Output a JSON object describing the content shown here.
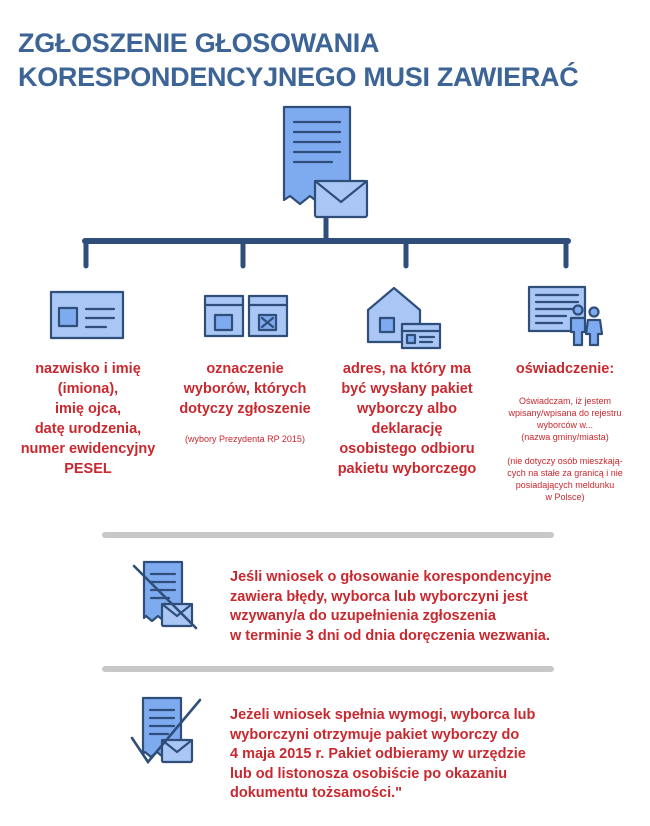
{
  "title": {
    "line1": "ZGŁOSZENIE GŁOSOWANIA",
    "line2": "KORESPONDENCYJNEGO MUSI ZAWIERAĆ"
  },
  "colors": {
    "title": "#3c6496",
    "text": "#c8282e",
    "icon_fill": "#7eaaf0",
    "icon_stroke": "#2f4f7a",
    "tree": "#2f4f7a",
    "separator": "#c8c8c8"
  },
  "columns": [
    {
      "icon": "id-card-icon",
      "lines": [
        "nazwisko i imię",
        "(imiona),",
        "imię ojca,",
        "datę urodzenia,",
        "numer ewidencyjny",
        "PESEL"
      ]
    },
    {
      "icon": "ballot-forms-icon",
      "lines": [
        "oznaczenie",
        "wyborów, których",
        "dotyczy zgłoszenie"
      ],
      "note_lines": [
        "(wybory Prezydenta RP 2015)"
      ]
    },
    {
      "icon": "house-address-icon",
      "lines": [
        "adres, na który ma",
        "być wysłany pakiet",
        "wyborczy albo",
        "deklarację",
        "osobistego odbioru",
        "pakietu wyborczego"
      ]
    },
    {
      "icon": "declaration-people-icon",
      "lines": [
        "oświadczenie:"
      ],
      "note_lines": [
        "Oświadczam, iż jestem",
        "wpisany/wpisana do rejestru",
        "wyborców w...",
        "(nazwa gminy/miasta)",
        "",
        "(nie dotyczy osób mieszkają-",
        "cych na stałe za granicą i nie",
        "posiadających meldunku",
        "w Polsce)"
      ]
    }
  ],
  "info_blocks": [
    {
      "icon": "crossed-document-icon",
      "lines": [
        "Jeśli wniosek o głosowanie korespondencyjne",
        "zawiera błędy, wyborca lub wyborczyni jest",
        "wzywany/a do uzupełnienia zgłoszenia",
        "w terminie 3 dni od dnia doręczenia wezwania."
      ]
    },
    {
      "icon": "checked-document-icon",
      "lines": [
        "Jeżeli wniosek spełnia wymogi, wyborca lub",
        "wyborczyni otrzymuje pakiet wyborczy do",
        "4 maja 2015 r. Pakiet odbieramy w urzędzie",
        "lub od listonosza osobiście po okazaniu",
        "dokumentu tożsamości.\""
      ]
    }
  ]
}
